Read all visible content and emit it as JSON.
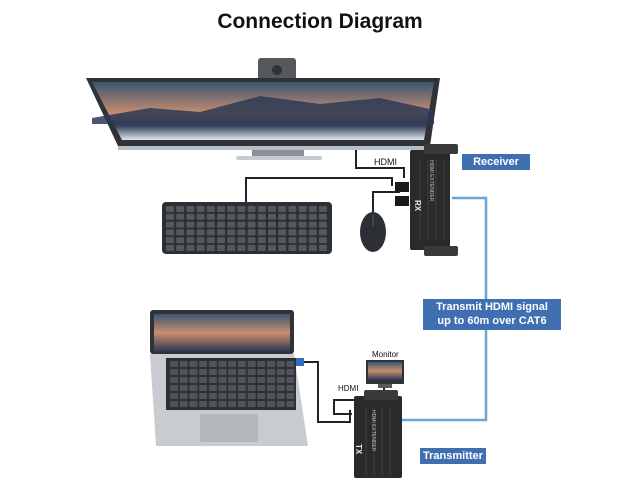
{
  "title": "Connection Diagram",
  "labels": {
    "receiver": "Receiver",
    "transmitter": "Transmitter",
    "transmit_line1": "Transmit HDMI signal",
    "transmit_line2": "up to 60m over CAT6",
    "hdmi_top": "HDMI",
    "hdmi_bottom": "HDMI",
    "monitor": "Monitor",
    "rx": "RX",
    "tx": "TX",
    "device_text": "HDMI EXTENDER"
  },
  "colors": {
    "label_bg": "#3f6fb0",
    "cable_blue": "#6aa6d8",
    "device": "#2a2a2a",
    "monitor_frame": "#3a3d42",
    "screen_sky": "#c98d6f"
  },
  "icons": [
    "desktop-monitor-icon",
    "keyboard-icon",
    "mouse-icon",
    "laptop-icon",
    "small-monitor-icon",
    "receiver-device-icon",
    "transmitter-device-icon"
  ]
}
